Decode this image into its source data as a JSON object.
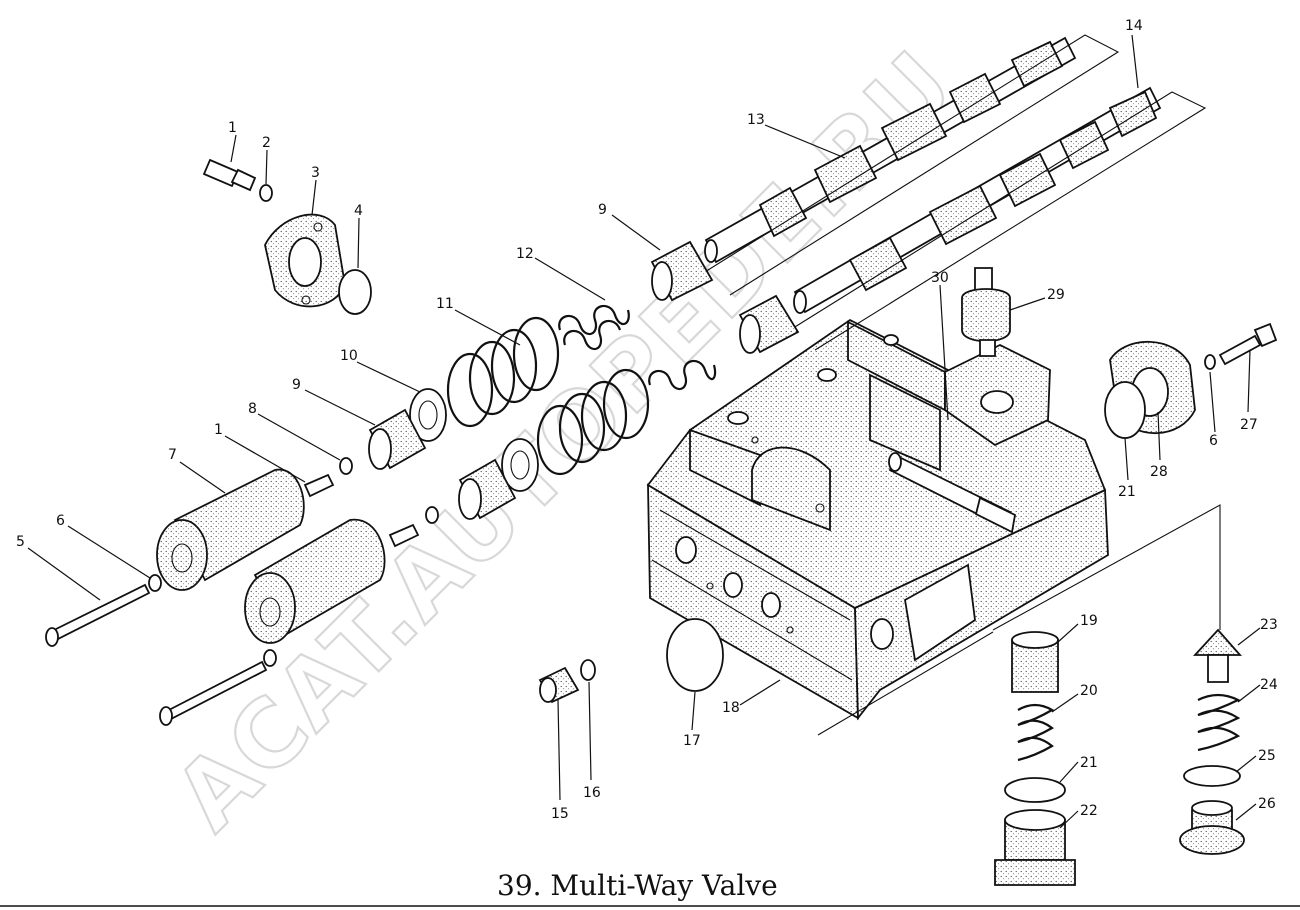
{
  "caption": "39. Multi-Way Valve",
  "watermark": "ACAT.AUTOPEDE.RU",
  "callouts": [
    {
      "id": "c1a",
      "text": "1"
    },
    {
      "id": "c2",
      "text": "2"
    },
    {
      "id": "c3",
      "text": "3"
    },
    {
      "id": "c4",
      "text": "4"
    },
    {
      "id": "c14",
      "text": "14"
    },
    {
      "id": "c13",
      "text": "13"
    },
    {
      "id": "c9a",
      "text": "9"
    },
    {
      "id": "c12",
      "text": "12"
    },
    {
      "id": "c30",
      "text": "30"
    },
    {
      "id": "c29",
      "text": "29"
    },
    {
      "id": "c11",
      "text": "11"
    },
    {
      "id": "c10",
      "text": "10"
    },
    {
      "id": "c9b",
      "text": "9"
    },
    {
      "id": "c8",
      "text": "8"
    },
    {
      "id": "c1b",
      "text": "1"
    },
    {
      "id": "c7",
      "text": "7"
    },
    {
      "id": "c6a",
      "text": "6"
    },
    {
      "id": "c5",
      "text": "5"
    },
    {
      "id": "c27",
      "text": "27"
    },
    {
      "id": "c6b",
      "text": "6"
    },
    {
      "id": "c28",
      "text": "28"
    },
    {
      "id": "c21a",
      "text": "21"
    },
    {
      "id": "c19",
      "text": "19"
    },
    {
      "id": "c23",
      "text": "23"
    },
    {
      "id": "c20",
      "text": "20"
    },
    {
      "id": "c24",
      "text": "24"
    },
    {
      "id": "c21b",
      "text": "21"
    },
    {
      "id": "c25",
      "text": "25"
    },
    {
      "id": "c22",
      "text": "22"
    },
    {
      "id": "c26",
      "text": "26"
    },
    {
      "id": "c17",
      "text": "17"
    },
    {
      "id": "c18",
      "text": "18"
    },
    {
      "id": "c15",
      "text": "15"
    },
    {
      "id": "c16",
      "text": "16"
    }
  ]
}
